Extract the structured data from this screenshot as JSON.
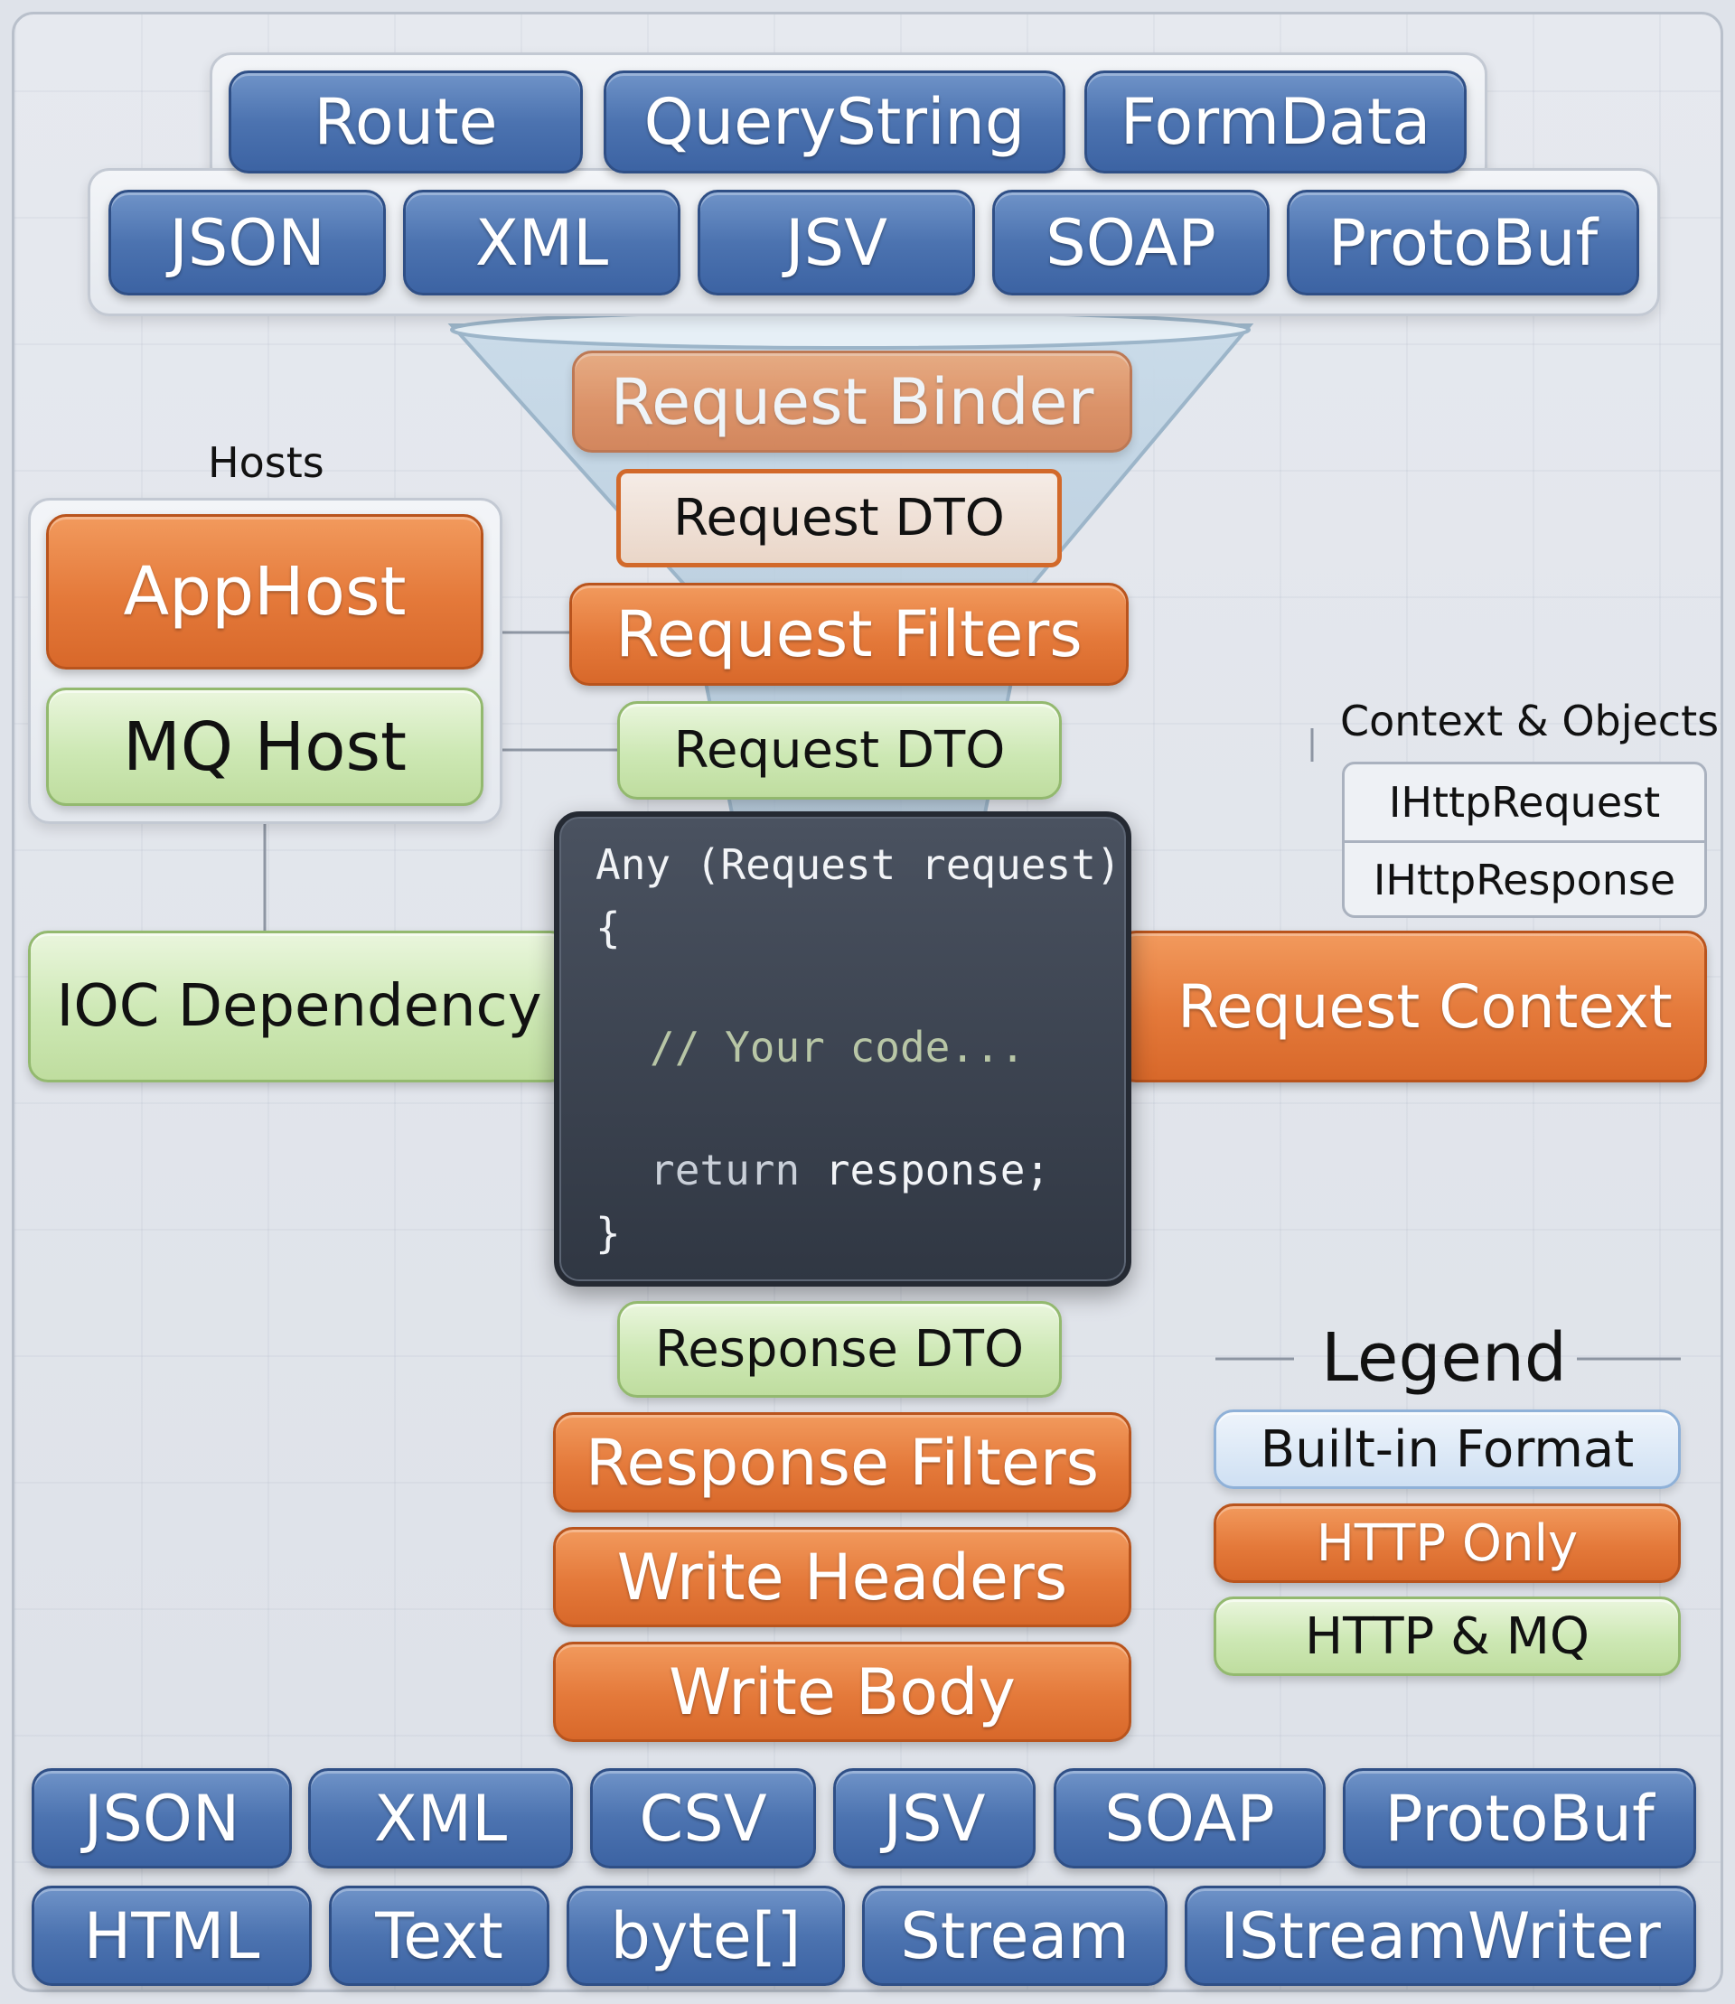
{
  "input_formats": {
    "row1": [
      "Route",
      "QueryString",
      "FormData"
    ],
    "row2": [
      "JSON",
      "XML",
      "JSV",
      "SOAP",
      "ProtoBuf"
    ]
  },
  "pipeline": {
    "request_binder": "Request Binder",
    "request_dto_bound": "Request DTO",
    "request_filters": "Request Filters",
    "request_dto": "Request DTO",
    "response_dto": "Response DTO",
    "response_filters": "Response Filters",
    "write_headers": "Write Headers",
    "write_body": "Write Body"
  },
  "hosts": {
    "title": "Hosts",
    "apphost": "AppHost",
    "mqhost": "MQ Host"
  },
  "ioc": "IOC Dependency",
  "context": {
    "title": "Context & Objects",
    "items": [
      "IHttpRequest",
      "IHttpResponse"
    ],
    "request_context": "Request Context"
  },
  "code": {
    "line1": "Any (Request request)",
    "line2": "{",
    "line3": "// Your code...",
    "line4_kw": "return",
    "line4_rest": " response;",
    "line5": "}"
  },
  "legend": {
    "title": "Legend",
    "builtin": "Built-in Format",
    "http_only": "HTTP Only",
    "http_mq": "HTTP & MQ"
  },
  "output_formats": {
    "row1": [
      "JSON",
      "XML",
      "CSV",
      "JSV",
      "SOAP",
      "ProtoBuf"
    ],
    "row2": [
      "HTML",
      "Text",
      "byte[]",
      "Stream",
      "IStreamWriter"
    ]
  },
  "colors": {
    "builtin_format": "#4c73b0",
    "http_only": "#e4793a",
    "http_and_mq": "#cde8b4"
  }
}
